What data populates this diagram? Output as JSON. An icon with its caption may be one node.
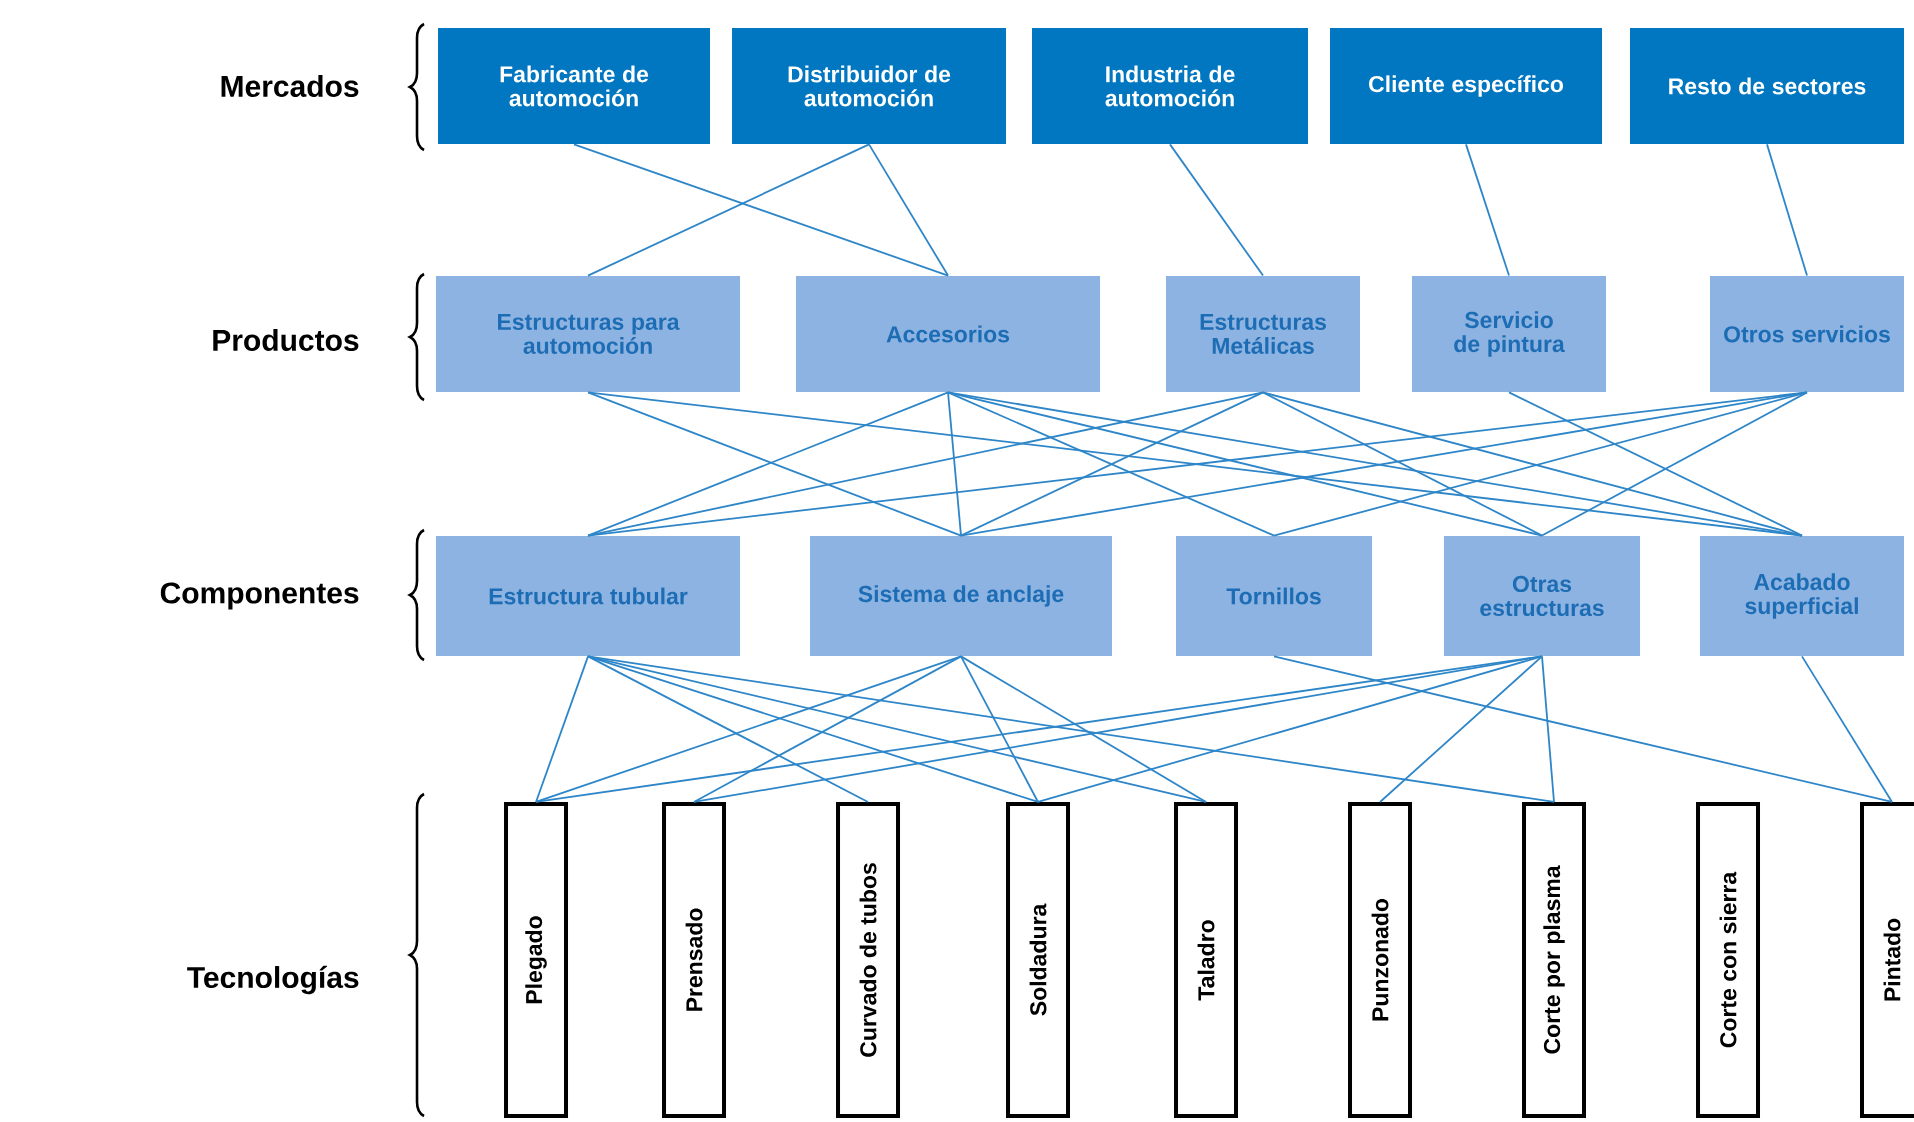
{
  "diagram": {
    "nodes": [
      {
        "text": [
          "Fabricante de automoción"
        ]
      },
      {
        "text": [
          "Distribuidor de automoción"
        ]
      },
      {
        "text": [
          "Industria de automoción"
        ]
      },
      {
        "text": [
          "Cliente específico"
        ]
      },
      {
        "text": [
          "Resto de sectores"
        ]
      },
      {
        "text": [
          "Estructuras para automoción"
        ]
      },
      {
        "text": [
          "Accesorios"
        ]
      },
      {
        "text": [
          "Estructuras Metálicas"
        ]
      },
      {
        "text": [
          "Servicio de pintura"
        ]
      },
      {
        "text": [
          "Otros servicios"
        ]
      },
      {
        "text": [
          "Estructura tubular"
        ]
      },
      {
        "text": [
          "Sistema de anclaje"
        ]
      },
      {
        "text": [
          "Tornillos"
        ]
      },
      {
        "text": [
          "Otras estructuras"
        ]
      },
      {
        "text": [
          "Acabado superficial"
        ]
      },
      {
        "text": [
          "Plegado"
        ]
      },
      {
        "text": [
          "Prensado"
        ]
      },
      {
        "text": [
          "Curvado de tubos"
        ]
      },
      {
        "text": [
          "Soldadura"
        ]
      },
      {
        "text": [
          "Taladro"
        ]
      },
      {
        "text": [
          "Punzonado"
        ]
      },
      {
        "text": [
          "Corte por plasma"
        ]
      },
      {
        "text": [
          "Corte con sierra"
        ]
      },
      {
        "text": [
          "Pintado"
        ]
      }
    ],
    "edges": [
      {
        "from": 0,
        "to": 6,
        "arrow": "none"
      },
      {
        "from": 1,
        "to": 5,
        "arrow": "none"
      },
      {
        "from": 1,
        "to": 6,
        "arrow": "none"
      },
      {
        "from": 2,
        "to": 7,
        "arrow": "none"
      },
      {
        "from": 3,
        "to": 8,
        "arrow": "none"
      },
      {
        "from": 4,
        "to": 9,
        "arrow": "none"
      },
      {
        "from": 5,
        "to": 11,
        "arrow": "none"
      },
      {
        "from": 5,
        "to": 14,
        "arrow": "none"
      },
      {
        "from": 6,
        "to": 10,
        "arrow": "none"
      },
      {
        "from": 6,
        "to": 11,
        "arrow": "none"
      },
      {
        "from": 6,
        "to": 12,
        "arrow": "none"
      },
      {
        "from": 6,
        "to": 13,
        "arrow": "none"
      },
      {
        "from": 6,
        "to": 14,
        "arrow": "none"
      },
      {
        "from": 7,
        "to": 10,
        "arrow": "none"
      },
      {
        "from": 7,
        "to": 11,
        "arrow": "none"
      },
      {
        "from": 7,
        "to": 13,
        "arrow": "none"
      },
      {
        "from": 7,
        "to": 14,
        "arrow": "none"
      },
      {
        "from": 8,
        "to": 14,
        "arrow": "none"
      },
      {
        "from": 9,
        "to": 10,
        "arrow": "none"
      },
      {
        "from": 9,
        "to": 11,
        "arrow": "none"
      },
      {
        "from": 9,
        "to": 12,
        "arrow": "none"
      },
      {
        "from": 9,
        "to": 13,
        "arrow": "none"
      },
      {
        "from": 10,
        "to": 15,
        "arrow": "none"
      },
      {
        "from": 10,
        "to": 17,
        "arrow": "none"
      },
      {
        "from": 10,
        "to": 18,
        "arrow": "none"
      },
      {
        "from": 10,
        "to": 19,
        "arrow": "none"
      },
      {
        "from": 10,
        "to": 21,
        "arrow": "none"
      },
      {
        "from": 11,
        "to": 15,
        "arrow": "none"
      },
      {
        "from": 11,
        "to": 16,
        "arrow": "none"
      },
      {
        "from": 11,
        "to": 18,
        "arrow": "none"
      },
      {
        "from": 11,
        "to": 19,
        "arrow": "none"
      },
      {
        "from": 12,
        "to": 23,
        "arrow": "none"
      },
      {
        "from": 13,
        "to": 15,
        "arrow": "none"
      },
      {
        "from": 13,
        "to": 16,
        "arrow": "none"
      },
      {
        "from": 13,
        "to": 18,
        "arrow": "none"
      },
      {
        "from": 13,
        "to": 20,
        "arrow": "none"
      },
      {
        "from": 13,
        "to": 21,
        "arrow": "none"
      },
      {
        "from": 14,
        "to": 23,
        "arrow": "none"
      }
    ],
    "labels": [
      "Mercados",
      "Productos",
      "Componentes",
      "Tecnologías"
    ]
  }
}
